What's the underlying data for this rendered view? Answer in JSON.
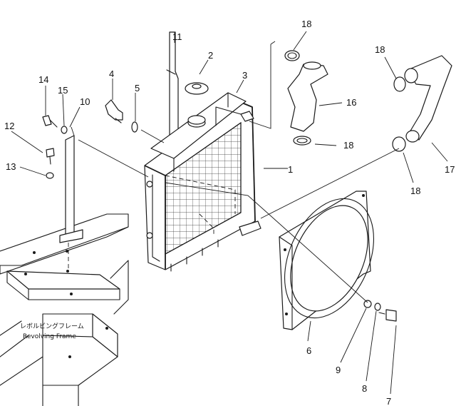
{
  "diagram": {
    "callouts": [
      "1",
      "2",
      "3",
      "4",
      "5",
      "6",
      "7",
      "8",
      "9",
      "10",
      "11",
      "12",
      "13",
      "14",
      "15",
      "16",
      "17",
      "18"
    ],
    "callout_18_extra": [
      "18",
      "18",
      "18"
    ],
    "frame_caption_jp": "レボルビングフレーム",
    "frame_caption_en": "Revolving Frame"
  }
}
